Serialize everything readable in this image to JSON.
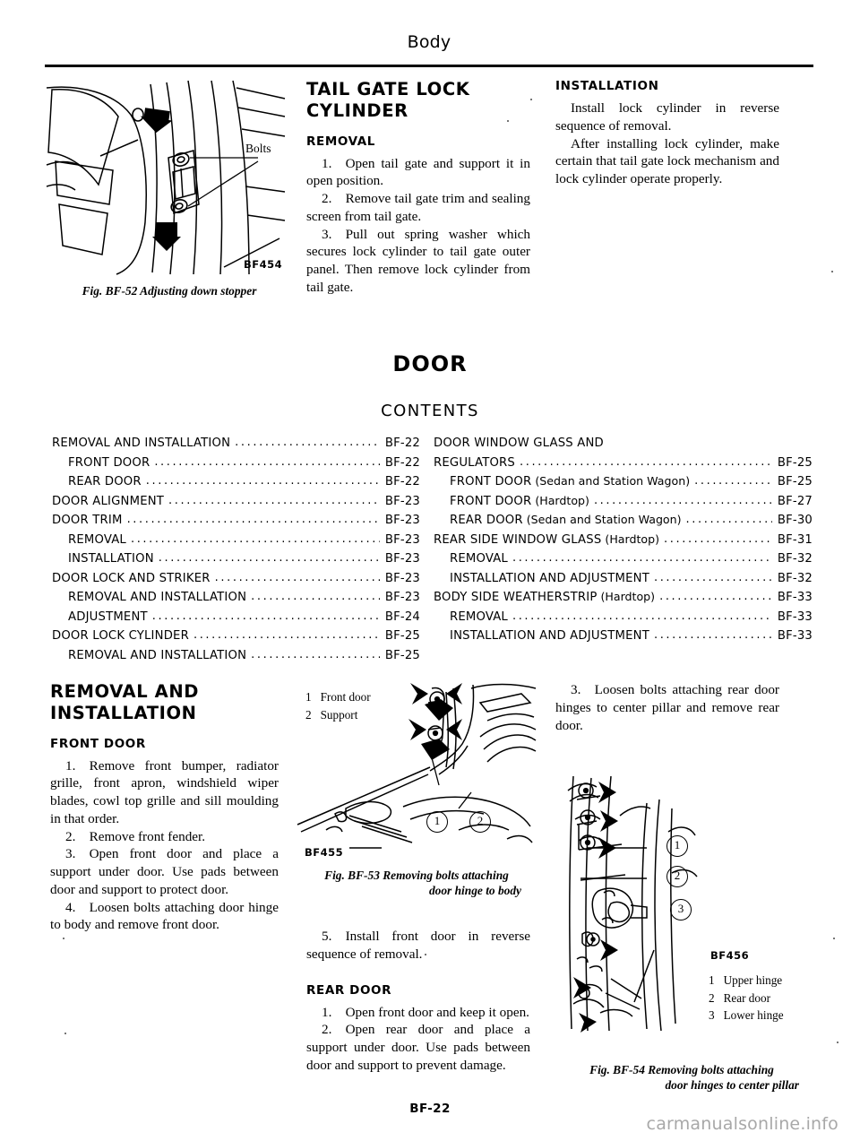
{
  "header": {
    "title": "Body"
  },
  "figures": {
    "bf52": {
      "code": "BF454",
      "caption": "Fig. BF-52  Adjusting down stopper",
      "callout": "Bolts"
    },
    "bf53": {
      "code": "BF455",
      "caption_line1": "Fig. BF-53  Removing bolts attaching",
      "caption_line2": "door hinge to body",
      "legend": [
        {
          "num": "1",
          "label": "Front door"
        },
        {
          "num": "2",
          "label": "Support"
        }
      ],
      "callouts": [
        "1",
        "2"
      ]
    },
    "bf54": {
      "code": "BF456",
      "caption_line1": "Fig. BF-54  Removing bolts attaching",
      "caption_line2": "door hinges to center pillar",
      "legend": [
        {
          "num": "1",
          "label": "Upper hinge"
        },
        {
          "num": "2",
          "label": "Rear door"
        },
        {
          "num": "3",
          "label": "Lower hinge"
        }
      ],
      "callouts": [
        "1",
        "2",
        "3"
      ]
    }
  },
  "tail_gate_lock_cylinder": {
    "heading_line1": "TAIL GATE LOCK",
    "heading_line2": "CYLINDER",
    "removal_heading": "REMOVAL",
    "removal_steps": [
      "1. Open tail gate and support it in open position.",
      "2. Remove tail gate trim and sealing screen from tail gate.",
      "3. Pull out spring washer which secures lock cylinder to tail gate outer panel. Then remove lock cylinder from tail gate."
    ],
    "installation_heading": "INSTALLATION",
    "installation_paragraphs": [
      "Install lock cylinder in reverse sequence of removal.",
      "After installing lock cylinder, make certain that tail gate lock mechanism and lock cylinder operate properly."
    ]
  },
  "door_section": {
    "title": "DOOR",
    "contents_title": "CONTENTS",
    "toc_left": [
      {
        "level": 1,
        "label": "REMOVAL AND INSTALLATION",
        "page": "BF-22"
      },
      {
        "level": 2,
        "label": "FRONT DOOR",
        "page": "BF-22"
      },
      {
        "level": 2,
        "label": "REAR DOOR",
        "page": "BF-22"
      },
      {
        "level": 1,
        "label": "DOOR ALIGNMENT",
        "page": "BF-23"
      },
      {
        "level": 1,
        "label": "DOOR TRIM",
        "page": "BF-23"
      },
      {
        "level": 2,
        "label": "REMOVAL",
        "page": "BF-23"
      },
      {
        "level": 2,
        "label": "INSTALLATION",
        "page": "BF-23"
      },
      {
        "level": 1,
        "label": "DOOR LOCK AND STRIKER",
        "page": "BF-23"
      },
      {
        "level": 2,
        "label": "REMOVAL AND INSTALLATION",
        "page": "BF-23"
      },
      {
        "level": 2,
        "label": "ADJUSTMENT",
        "page": "BF-24"
      },
      {
        "level": 1,
        "label": "DOOR LOCK CYLINDER",
        "page": "BF-25"
      },
      {
        "level": 2,
        "label": "REMOVAL AND INSTALLATION",
        "page": "BF-25"
      }
    ],
    "toc_right": [
      {
        "level": 1,
        "label": "DOOR WINDOW GLASS AND",
        "page": "",
        "nodots": true
      },
      {
        "level": 1,
        "label": "REGULATORS",
        "page": "BF-25"
      },
      {
        "level": 2,
        "label": "FRONT DOOR",
        "sub": "(Sedan and Station Wagon)",
        "page": "BF-25"
      },
      {
        "level": 2,
        "label": "FRONT DOOR",
        "sub": "(Hardtop)",
        "page": "BF-27"
      },
      {
        "level": 2,
        "label": "REAR DOOR",
        "sub": "(Sedan and Station Wagon)",
        "page": "BF-30"
      },
      {
        "level": 1,
        "label": "REAR SIDE WINDOW GLASS",
        "sub": "(Hardtop)",
        "page": "BF-31"
      },
      {
        "level": 2,
        "label": "REMOVAL",
        "page": "BF-32"
      },
      {
        "level": 2,
        "label": "INSTALLATION AND ADJUSTMENT",
        "page": "BF-32"
      },
      {
        "level": 1,
        "label": "BODY SIDE WEATHERSTRIP",
        "sub": "(Hardtop)",
        "page": "BF-33"
      },
      {
        "level": 2,
        "label": "REMOVAL",
        "page": "BF-33"
      },
      {
        "level": 2,
        "label": "INSTALLATION AND ADJUSTMENT",
        "page": "BF-33"
      }
    ]
  },
  "removal_installation": {
    "heading_line1": "REMOVAL AND",
    "heading_line2": "INSTALLATION",
    "front_door_heading": "FRONT DOOR",
    "front_door_steps": [
      "1. Remove front bumper, radiator grille, front apron, windshield wiper blades, cowl top grille and sill moulding in that order.",
      "2. Remove front fender.",
      "3. Open front door and place a support under door. Use pads between door and support to protect door.",
      "4. Loosen bolts attaching door hinge to body and remove front door."
    ],
    "front_door_step5": "5. Install front door in reverse sequence of removal.",
    "rear_door_heading": "REAR DOOR",
    "rear_door_steps": [
      "1. Open front door and keep it open.",
      "2. Open rear door and place a support under door. Use pads between door and support to prevent damage.",
      "3. Loosen bolts attaching rear door hinges to center pillar and remove rear door."
    ]
  },
  "footer": {
    "page_number": "BF-22",
    "watermark": "carmanualsonline.info"
  }
}
